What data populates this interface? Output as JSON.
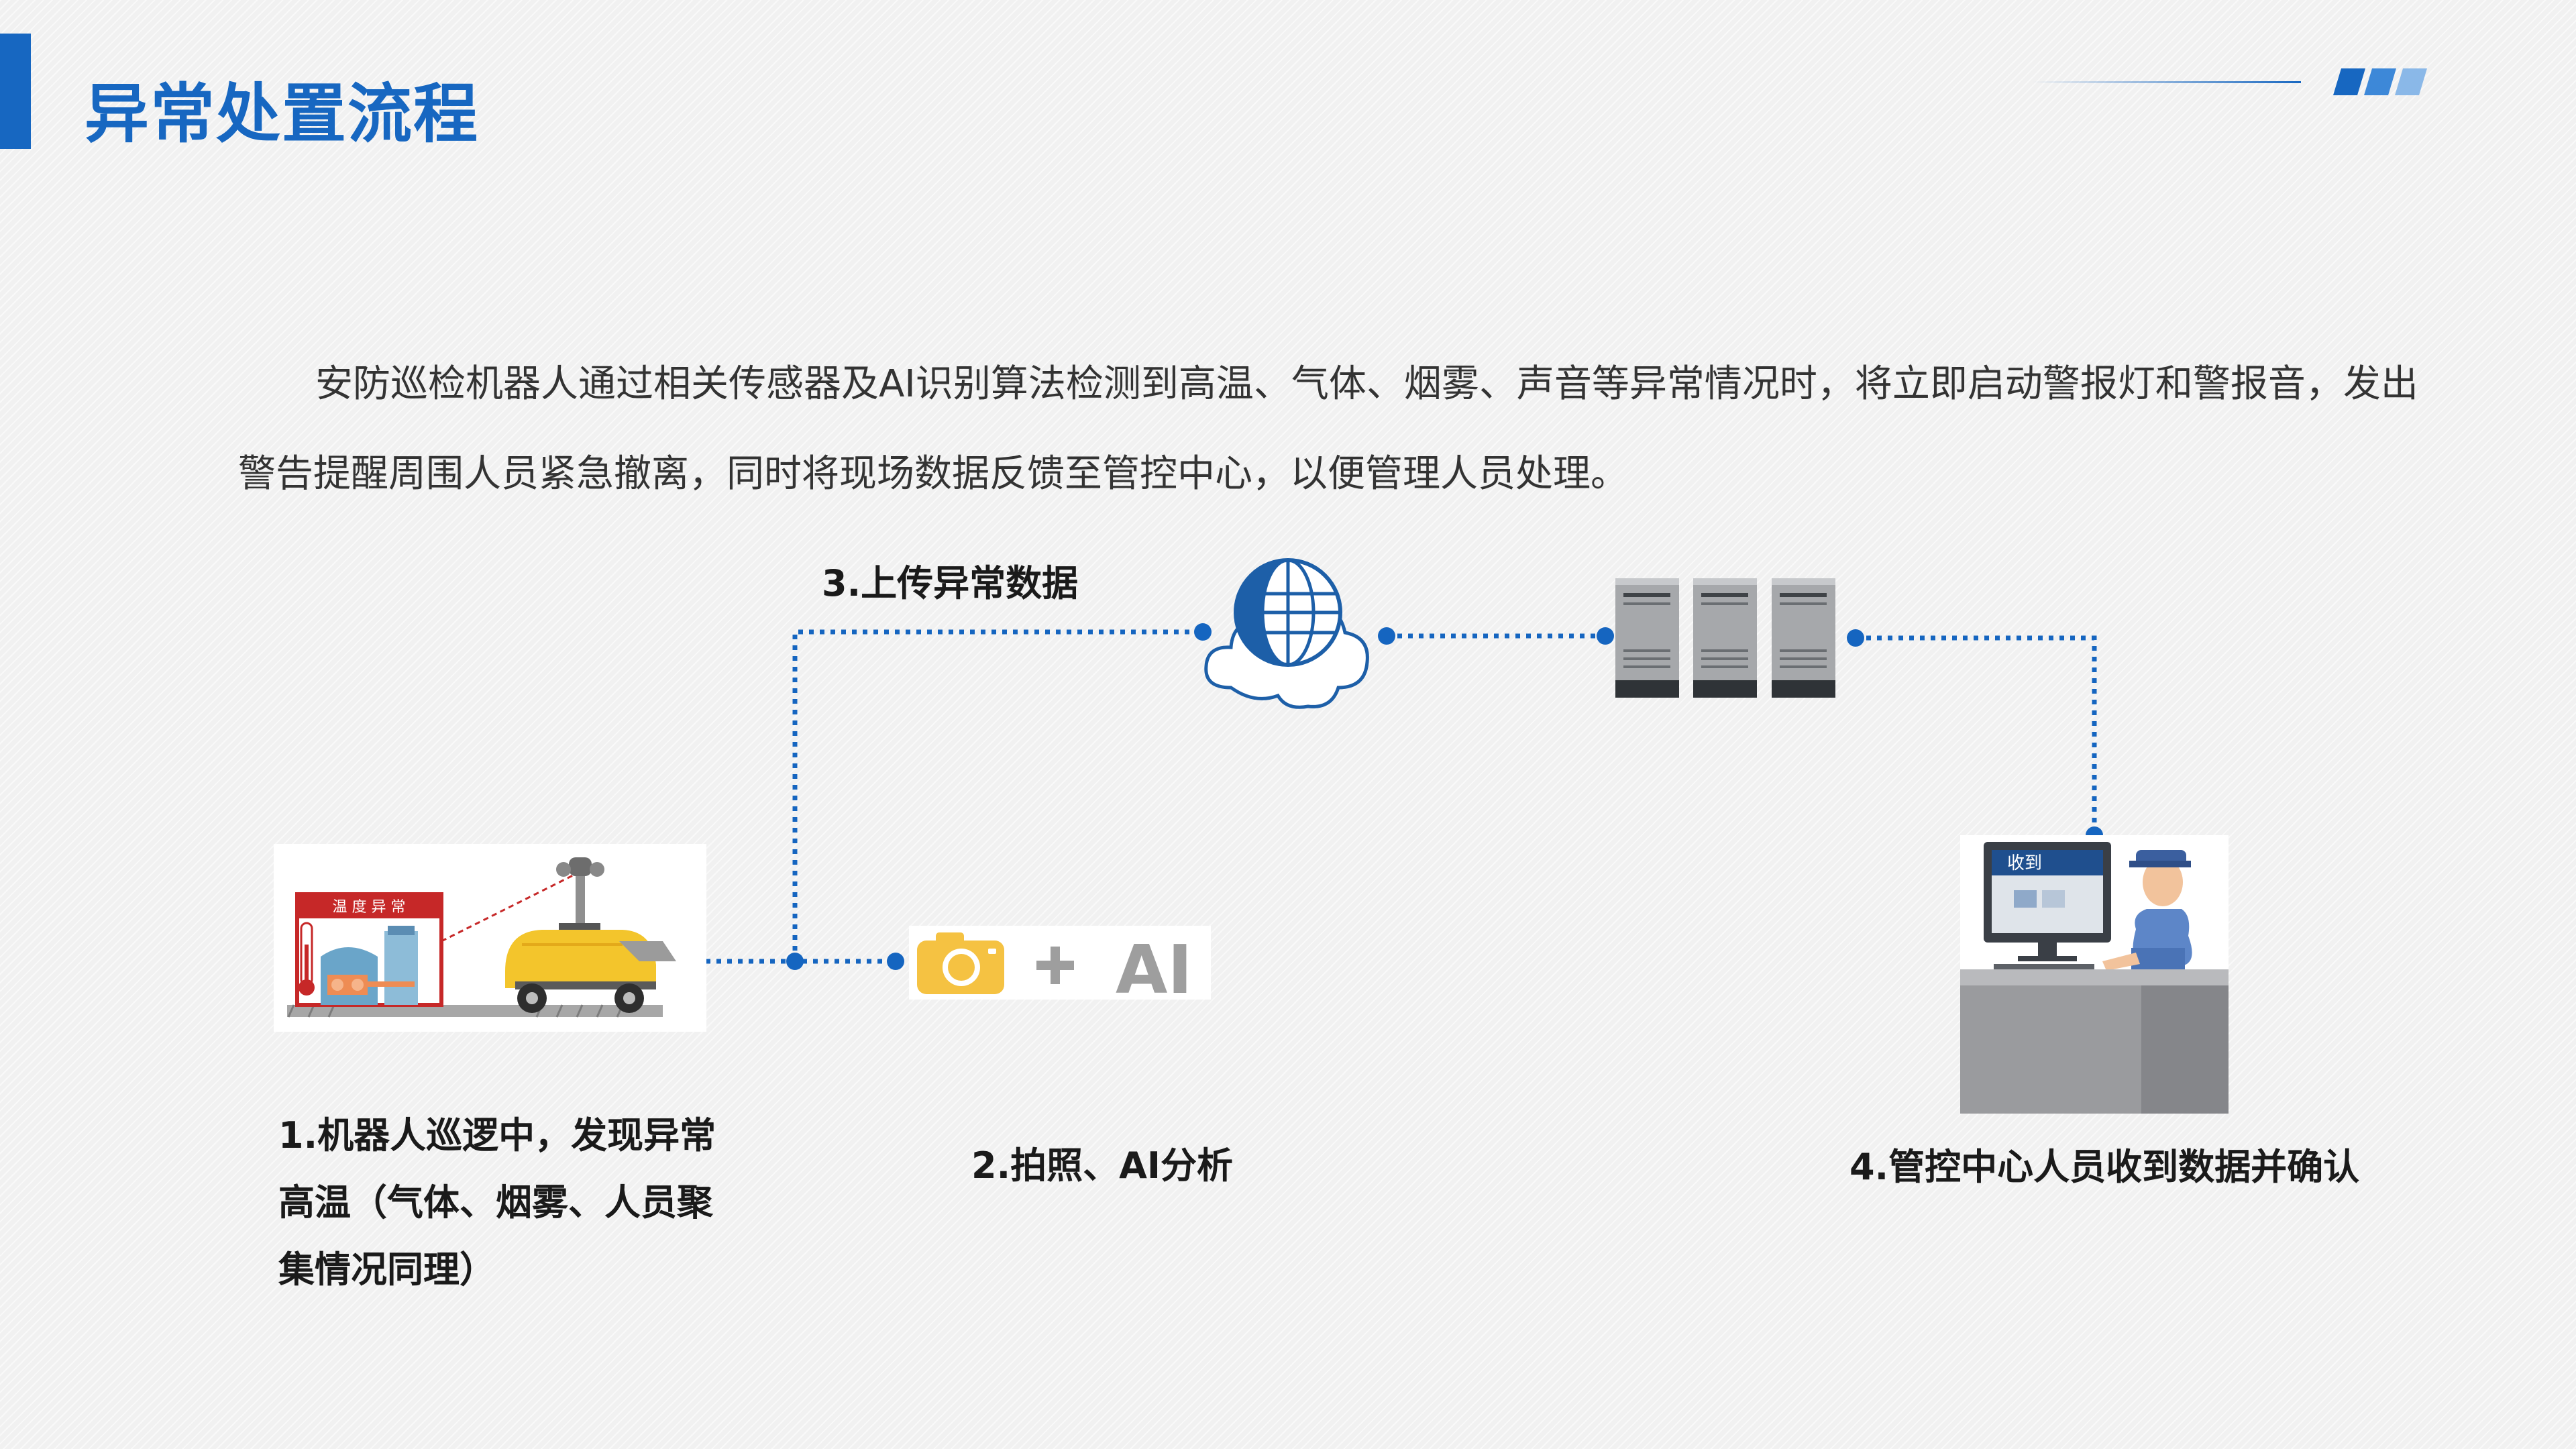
{
  "header": {
    "title": "异常处置流程"
  },
  "intro": {
    "text": "安防巡检机器人通过相关传感器及AI识别算法检测到高温、气体、烟雾、声音等异常情况时，将立即启动警报灯和警报音，发出警告提醒周围人员紧急撤离，同时将现场数据反馈至管控中心，以便管理人员处理。"
  },
  "steps": [
    {
      "label": "1.机器人巡逻中，发现异常高温（气体、烟雾、人员聚集情况同理）"
    },
    {
      "label": "2.拍照、AI分析"
    },
    {
      "label": "3.上传异常数据"
    },
    {
      "label": "4.管控中心人员收到数据并确认"
    }
  ],
  "illustrations": {
    "warning_sign": "温 度 异 常",
    "camera_ai_text": "AI",
    "monitor_text": "收到"
  },
  "colors": {
    "accent": "#1767c1",
    "connector": "#1565c0",
    "title": "#1767c1",
    "camera": "#f5c242",
    "robot": "#f3c52c"
  }
}
